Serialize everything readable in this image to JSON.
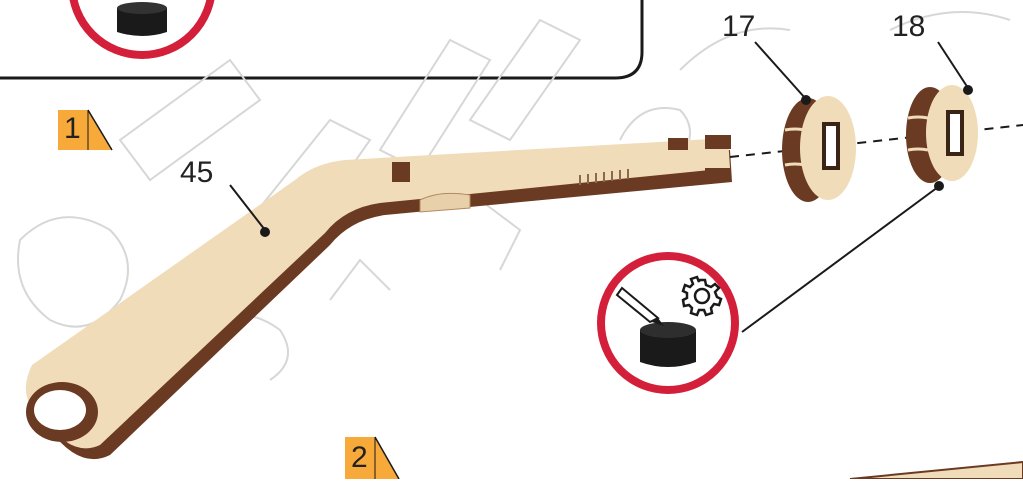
{
  "steps": [
    {
      "number": "1"
    },
    {
      "number": "2"
    }
  ],
  "parts": [
    {
      "id": "45"
    },
    {
      "id": "17"
    },
    {
      "id": "18"
    }
  ],
  "icons": {
    "glue_icon": "glue-and-gear-icon",
    "glue_top_icon": "glue-icon"
  },
  "colors": {
    "step_badge": "#f7a93a",
    "icon_ring": "#d41f3a",
    "wood_light": "#f1dcb9",
    "wood_dark": "#6b3a22",
    "frame": "#1a1a1a"
  }
}
